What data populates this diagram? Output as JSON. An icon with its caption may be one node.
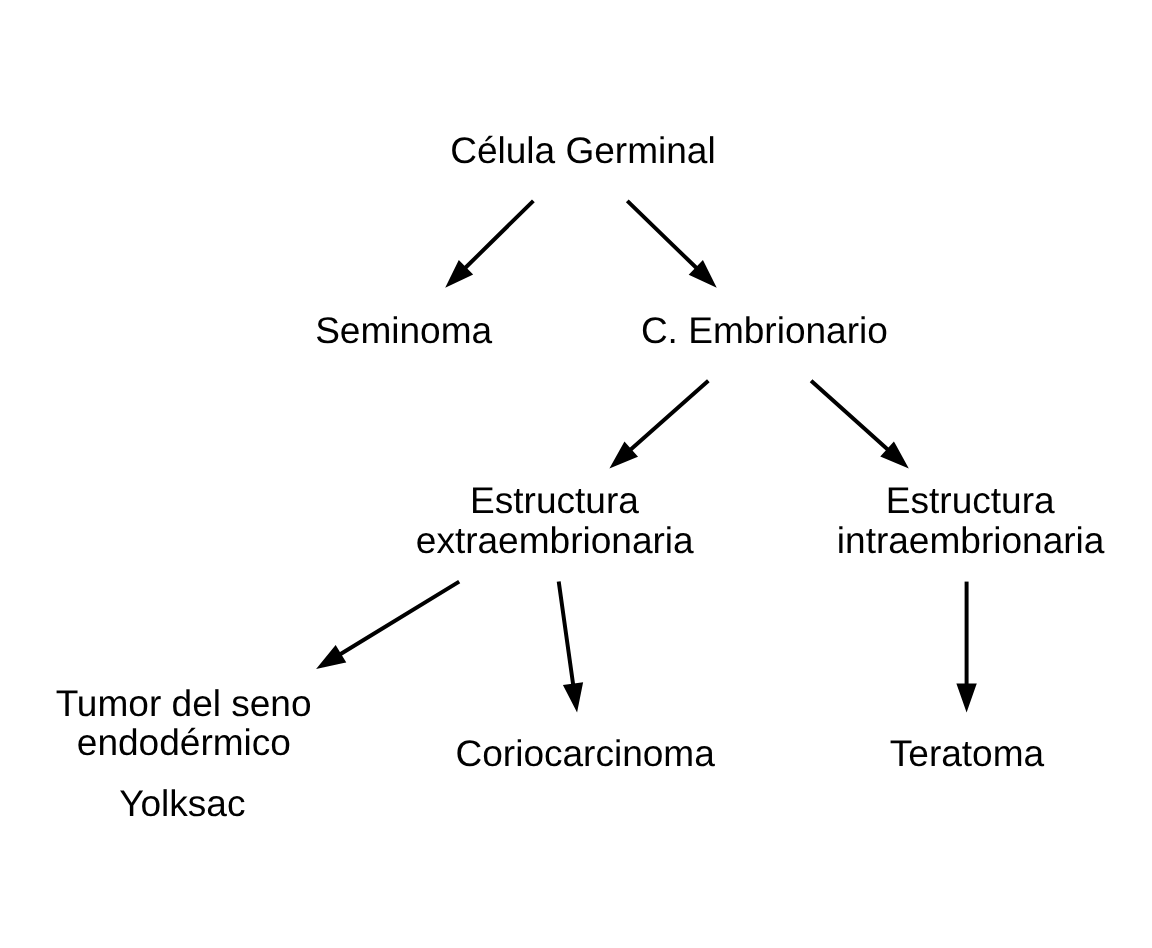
{
  "diagram": {
    "nodes": [
      {
        "text": [
          "Célula Germinal"
        ]
      },
      {
        "text": [
          "Seminoma"
        ]
      },
      {
        "text": [
          "C. Embrionario"
        ]
      },
      {
        "text": [
          "Estructura extraembrionaria"
        ]
      },
      {
        "text": [
          "Estructura intraembrionaria"
        ]
      },
      {
        "text": [
          "Teratoma"
        ]
      },
      {
        "text": [
          "Tumor del seno endodérmico"
        ],
        "beside": [
          "Yolksac"
        ]
      },
      {
        "text": [
          "Coriocarcinoma"
        ]
      }
    ],
    "edges": [
      {
        "from": 0,
        "to": 1,
        "arrow": "to"
      },
      {
        "from": 0,
        "to": 2,
        "arrow": "to"
      },
      {
        "from": 2,
        "to": 3,
        "arrow": "to"
      },
      {
        "from": 2,
        "to": 4,
        "arrow": "to"
      },
      {
        "from": 4,
        "to": 5,
        "arrow": "to"
      },
      {
        "from": 3,
        "to": 6,
        "arrow": "to"
      },
      {
        "from": 3,
        "to": 7,
        "arrow": "to"
      }
    ]
  }
}
